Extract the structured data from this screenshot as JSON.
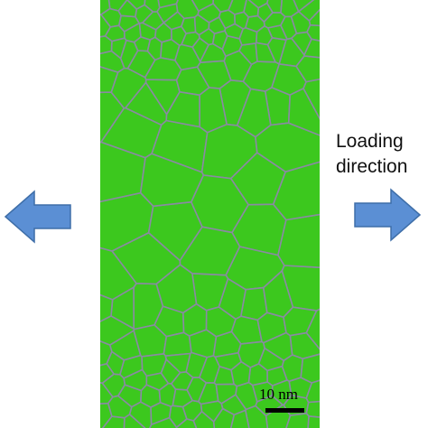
{
  "figure": {
    "scale_bar_label": "10 nm",
    "loading_label_line1": "Loading",
    "loading_label_line2": "direction"
  },
  "colors": {
    "grain_fill": "#3cc81e",
    "boundary": "#8a8aa3",
    "arrow_fill": "#5b8fd4",
    "arrow_stroke": "#3e6ea8"
  },
  "icons": {
    "left_arrow": "arrow-left-icon",
    "right_arrow": "arrow-right-icon"
  }
}
